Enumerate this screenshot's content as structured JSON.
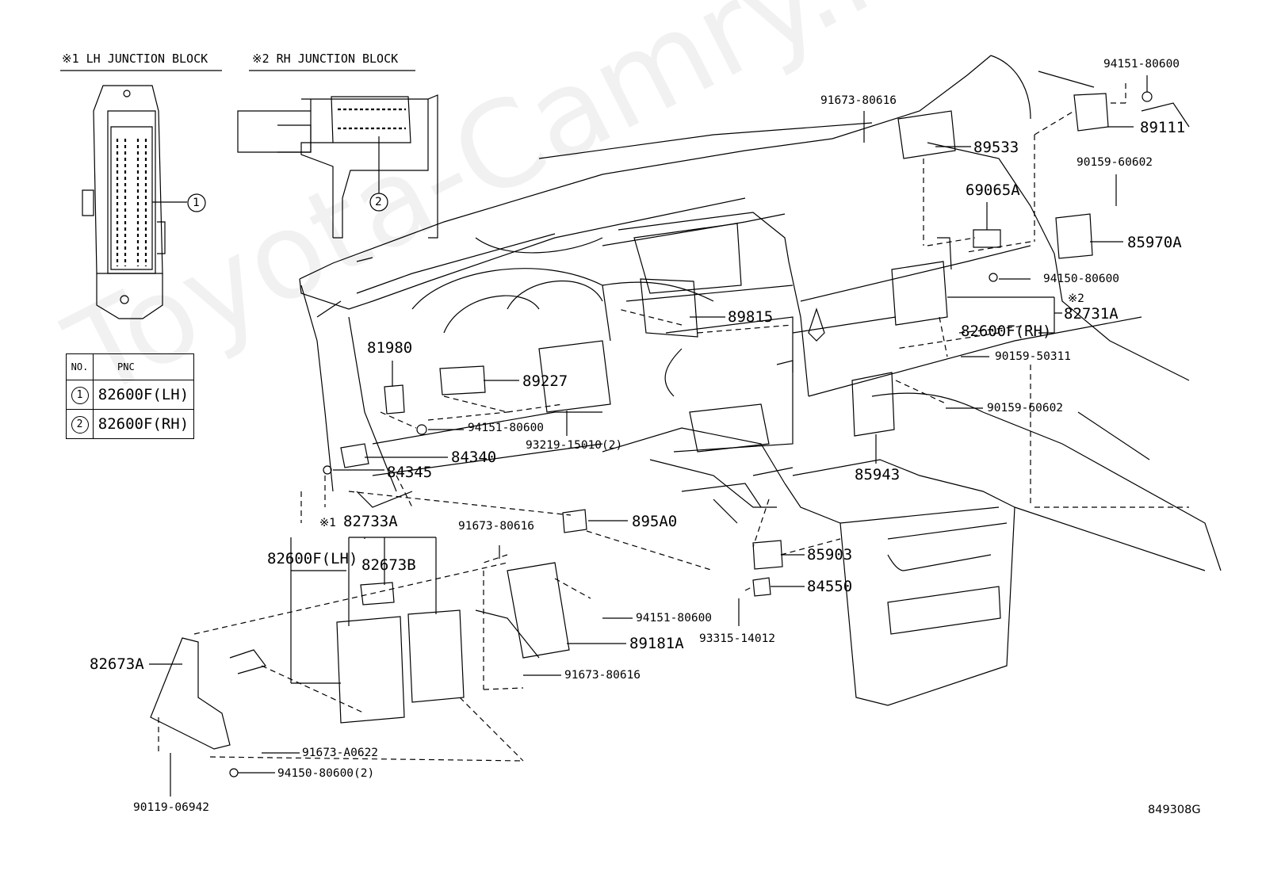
{
  "headers": {
    "lh_junction_block": "※1 LH JUNCTION BLOCK",
    "rh_junction_block": "※2 RH JUNCTION BLOCK"
  },
  "pnc_table": {
    "col_no": "NO.",
    "col_pnc": "PNC",
    "rows": [
      {
        "no": "1",
        "pnc": "82600F(LH)"
      },
      {
        "no": "2",
        "pnc": "82600F(RH)"
      }
    ]
  },
  "callouts": {
    "c1": "1",
    "c2": "2"
  },
  "labels": {
    "p94151_80600_top": "94151-80600",
    "p89111": "89111",
    "p91673_80616_top": "91673-80616",
    "p89533": "89533",
    "p90159_60602_top": "90159-60602",
    "p69065A": "69065A",
    "p85970A": "85970A",
    "p94150_80600_r": "94150-80600",
    "note_x2": "※2",
    "p82731A": "82731A",
    "p82600F_RH": "82600F(RH)",
    "p90159_50311": "90159-50311",
    "p90159_60602_mid": "90159-60602",
    "p85943": "85943",
    "p89815": "89815",
    "p81980": "81980",
    "p89227": "89227",
    "p94151_80600_mid": "94151-80600",
    "p93219_15010": "93219-15010(2)",
    "p84340": "84340",
    "p84345": "84345",
    "note_x1": "※1",
    "p82733A": "82733A",
    "p91673_80616_mid": "91673-80616",
    "p895A0": "895A0",
    "p82600F_LH": "82600F(LH)",
    "p82673B": "82673B",
    "p85903": "85903",
    "p84550": "84550",
    "p94151_80600_low": "94151-80600",
    "p93315_14012": "93315-14012",
    "p89181A": "89181A",
    "p82673A": "82673A",
    "p91673_80616_low": "91673-80616",
    "p91673_A0622": "91673-A0622",
    "p94150_80600_2": "94150-80600(2)",
    "p90119_06942": "90119-06942",
    "drawing_code": "849308G"
  },
  "watermark": "Toyota-Camry.ru"
}
